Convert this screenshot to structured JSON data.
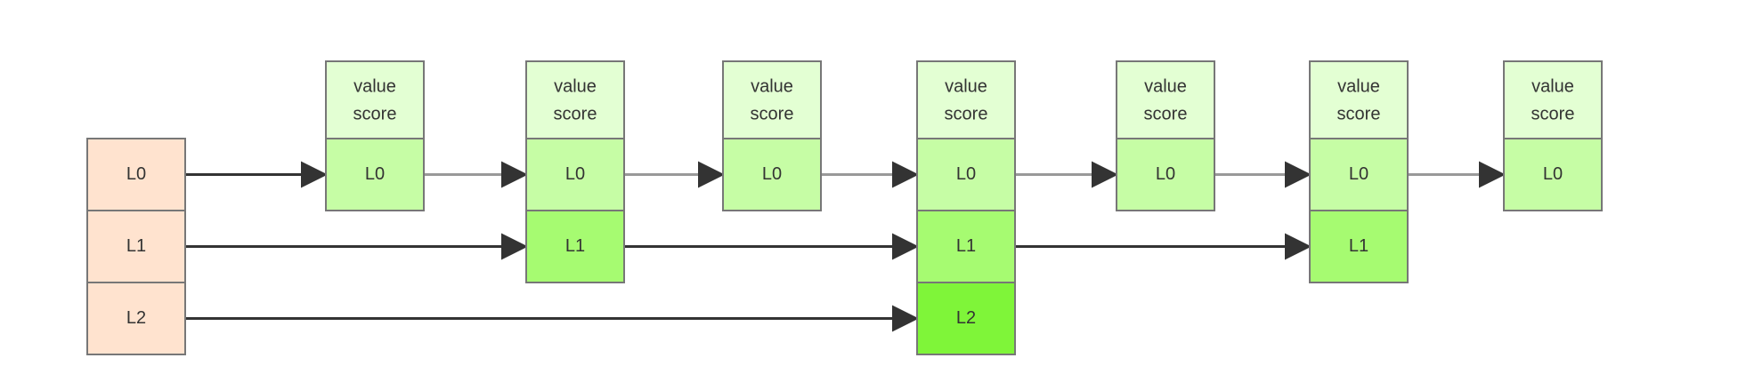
{
  "diagram": {
    "value_label": "value",
    "score_label": "score",
    "colors": {
      "header_fill": "#ffe3cf",
      "value_fill": "#e3ffd3",
      "l0_fill": "#c6fda5",
      "l1_fill": "#a6fb71",
      "l2_fill": "#7ff539",
      "strong_arrow": "#333333",
      "light_arrow": "#999999",
      "border": "#777777"
    },
    "header_levels": [
      "L0",
      "L1",
      "L2"
    ],
    "nodes": [
      {
        "levels": [
          "L0"
        ]
      },
      {
        "levels": [
          "L0",
          "L1"
        ]
      },
      {
        "levels": [
          "L0"
        ]
      },
      {
        "levels": [
          "L0",
          "L1",
          "L2"
        ]
      },
      {
        "levels": [
          "L0"
        ]
      },
      {
        "levels": [
          "L0",
          "L1"
        ]
      },
      {
        "levels": [
          "L0"
        ]
      }
    ]
  }
}
